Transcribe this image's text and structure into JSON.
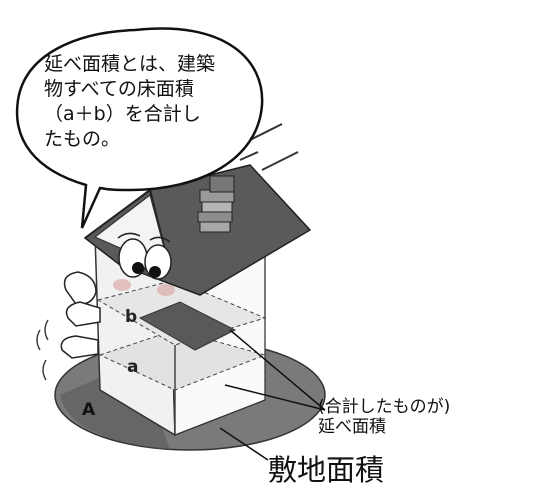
{
  "speech_bubble": {
    "text": "延べ面積とは、建築\n物すべての床面積\n（a＋b）を合計し\nたもの。"
  },
  "labels": {
    "total_floor_area_line1": "(合計したものが)",
    "total_floor_area_line2": "延べ面積",
    "site_area": "敷地面積"
  },
  "floors": {
    "upper": "b",
    "lower": "a",
    "site": "A"
  }
}
